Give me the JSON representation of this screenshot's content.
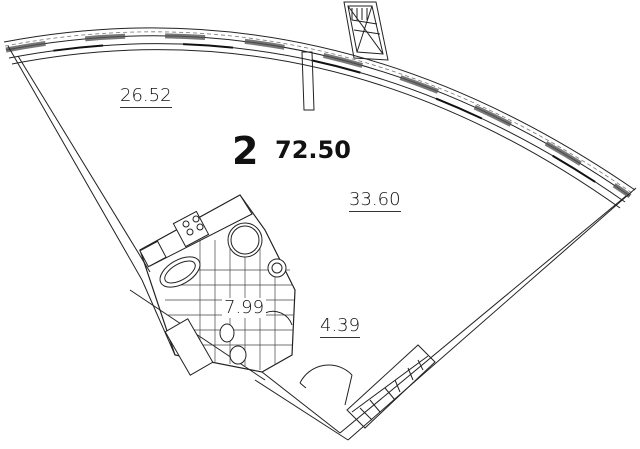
{
  "plan": {
    "rooms_count": "2",
    "total_area": "72.50",
    "rooms": [
      {
        "id": "living-room",
        "area": "26.52"
      },
      {
        "id": "main-room",
        "area": "33.60"
      },
      {
        "id": "bathroom",
        "area": "7.99"
      },
      {
        "id": "hallway",
        "area": "4.39"
      }
    ]
  },
  "colors": {
    "line": "#222222",
    "hatch": "#555555",
    "background": "#ffffff"
  }
}
